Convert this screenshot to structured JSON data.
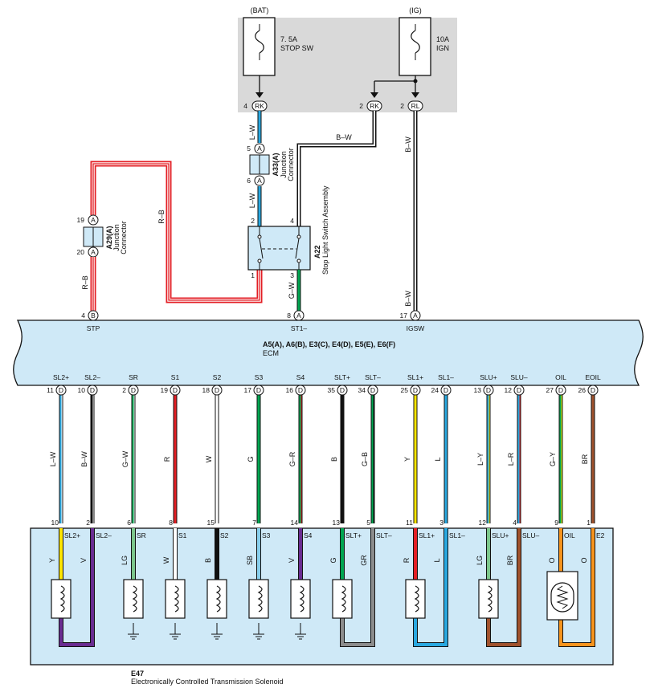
{
  "power": {
    "bat_label": "(BAT)",
    "ig_label": "(IG)",
    "fuse_stop_line1": "7. 5A",
    "fuse_stop_line2": "STOP SW",
    "fuse_ign_line1": "10A",
    "fuse_ign_line2": "IGN",
    "pin_rk_left_num": "4",
    "pin_rk_left": "RK",
    "pin_rk_right_num": "2",
    "pin_rk_right": "RK",
    "pin_rl_num": "2",
    "pin_rl": "RL"
  },
  "connectors": {
    "a33_name": "A33(A)",
    "a33_sub1": "Junction",
    "a33_sub2": "Connector",
    "a33_pin_top": "5",
    "a33_pin_bottom": "6",
    "a29_name": "A29(A)",
    "a29_sub1": "Junction",
    "a29_sub2": "Connector",
    "a29_pin_top": "19",
    "a29_pin_bottom": "20",
    "pin_letter_a": "A",
    "pin_letter_b": "B",
    "pin_letter_d": "D"
  },
  "switch": {
    "name": "A22",
    "desc": "Stop Light Switch Assembly",
    "pin2": "2",
    "pin4": "4",
    "pin1": "1",
    "pin3": "3"
  },
  "wires": {
    "lw_top": "L–W",
    "lw_mid": "L–W",
    "bw_cross": "B–W",
    "bw_right_top": "B–W",
    "bw_right_bot": "B–W",
    "rb_loop": "R–B",
    "rb_left": "R–B",
    "gw_switch": "G–W"
  },
  "ecm": {
    "title": "A5(A), A6(B), E3(C), E4(D), E5(E), E6(F)",
    "name": "ECM",
    "pin_stp_num": "4",
    "pin_stp": "STP",
    "pin_st1_num": "8",
    "pin_st1": "ST1–",
    "pin_igsw_num": "17",
    "pin_igsw": "IGSW"
  },
  "ecm_outputs": [
    {
      "pin": "11",
      "name": "SL2+",
      "wire": "L–W",
      "spin": "10",
      "sname": "SL2+",
      "swire": "Y"
    },
    {
      "pin": "10",
      "name": "SL2–",
      "wire": "B–W",
      "spin": "2",
      "sname": "SL2–",
      "swire": "V"
    },
    {
      "pin": "2",
      "name": "SR",
      "wire": "G–W",
      "spin": "6",
      "sname": "SR",
      "swire": "LG"
    },
    {
      "pin": "19",
      "name": "S1",
      "wire": "R",
      "spin": "8",
      "sname": "S1",
      "swire": "W"
    },
    {
      "pin": "18",
      "name": "S2",
      "wire": "W",
      "spin": "15",
      "sname": "S2",
      "swire": "B"
    },
    {
      "pin": "17",
      "name": "S3",
      "wire": "G",
      "spin": "7",
      "sname": "S3",
      "swire": "SB"
    },
    {
      "pin": "16",
      "name": "S4",
      "wire": "G–R",
      "spin": "14",
      "sname": "S4",
      "swire": "V"
    },
    {
      "pin": "35",
      "name": "SLT+",
      "wire": "B",
      "spin": "13",
      "sname": "SLT+",
      "swire": "G"
    },
    {
      "pin": "34",
      "name": "SLT–",
      "wire": "G–B",
      "spin": "5",
      "sname": "SLT–",
      "swire": "GR"
    },
    {
      "pin": "25",
      "name": "SL1+",
      "wire": "Y",
      "spin": "11",
      "sname": "SL1+",
      "swire": "R"
    },
    {
      "pin": "24",
      "name": "SL1–",
      "wire": "L",
      "spin": "3",
      "sname": "SL1–",
      "swire": "L"
    },
    {
      "pin": "13",
      "name": "SLU+",
      "wire": "L–Y",
      "spin": "12",
      "sname": "SLU+",
      "swire": "LG"
    },
    {
      "pin": "12",
      "name": "SLU–",
      "wire": "L–R",
      "spin": "4",
      "sname": "SLU–",
      "swire": "BR"
    },
    {
      "pin": "27",
      "name": "OIL",
      "wire": "G–Y",
      "spin": "9",
      "sname": "OIL",
      "swire": "O"
    },
    {
      "pin": "26",
      "name": "EOIL",
      "wire": "BR",
      "spin": "1",
      "sname": "E2",
      "swire": "O"
    }
  ],
  "solenoid": {
    "name": "E47",
    "desc": "Electronically Controlled Transmission Solenoid"
  },
  "colors": {
    "fuse_box_bg": "#d9d9d9",
    "component_bg": "#cfe9f7",
    "lw_blue": "#29a8e0",
    "red": "#e31e24",
    "green": "#00a651",
    "yellow": "#ffe600",
    "violet": "#6a2c91",
    "light_green": "#7cc68b",
    "gray": "#8c8c8c",
    "brown": "#a0522d",
    "orange": "#f7941d",
    "sky_blue": "#87ceeb"
  }
}
